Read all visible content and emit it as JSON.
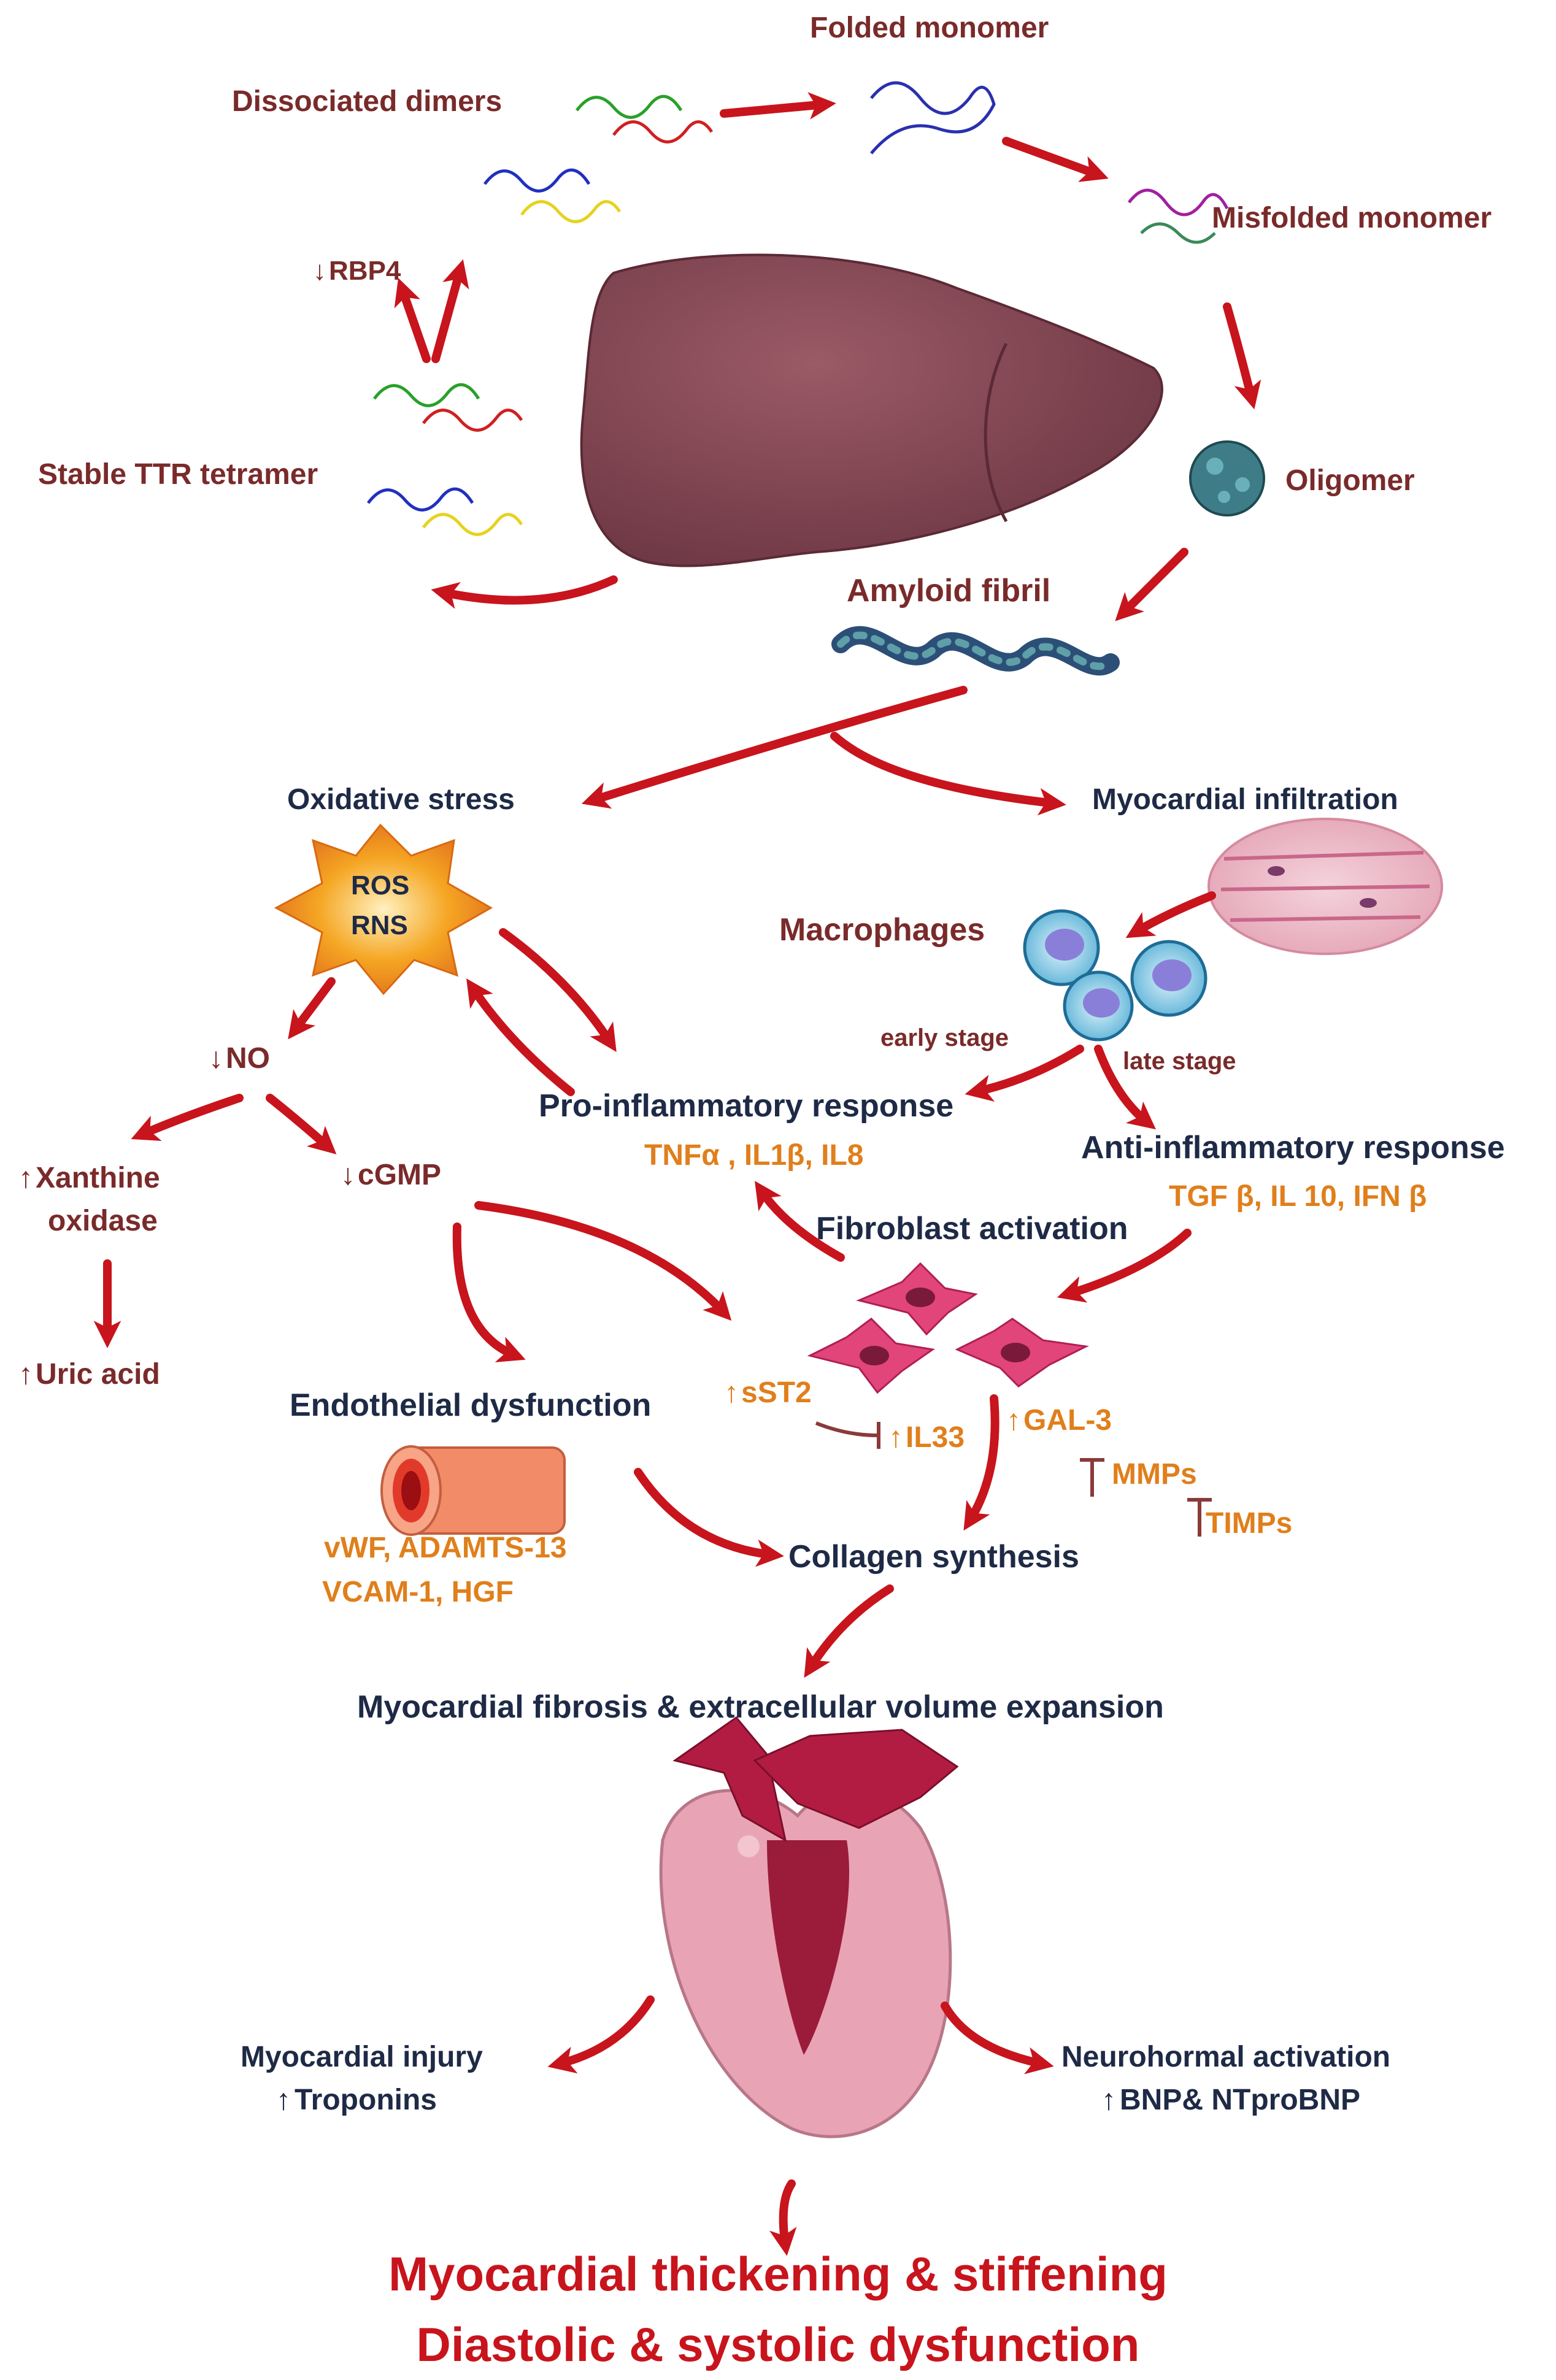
{
  "colors": {
    "arrow": "#c8141c",
    "maroon_text": "#7a2a2a",
    "navy_text": "#1e2a46",
    "orange_text": "#e07f1b",
    "liver": "#7d4450",
    "heart_outer": "#e8a4b4",
    "heart_inner": "#9b1b3a"
  },
  "icons": [
    "liver-icon",
    "ttr-protein-icon",
    "oligomer-icon",
    "fibril-icon",
    "star-icon",
    "tissue-icon",
    "macrophage-icon",
    "fibroblast-icon",
    "vessel-icon",
    "heart-icon"
  ],
  "cycle": {
    "folded_monomer": "Folded monomer",
    "dissociated_dimers": "Dissociated dimers",
    "misfolded_monomer": "Misfolded monomer",
    "rbp4": "RBP4",
    "stable_tetramer": "Stable TTR tetramer",
    "oligomer": "Oligomer",
    "amyloid_fibril": "Amyloid  fibril"
  },
  "oxidative": {
    "title": "Oxidative stress",
    "ros": "ROS",
    "rns": "RNS",
    "no": "NO",
    "xanthine_line1": "Xanthine",
    "xanthine_line2": "oxidase",
    "cgmp": "cGMP",
    "uric_acid": "Uric acid"
  },
  "infiltration": {
    "title": "Myocardial infiltration",
    "macrophages": "Macrophages",
    "early_stage": "early stage",
    "late_stage": "late stage"
  },
  "inflammation": {
    "pro_title": "Pro-inflammatory response",
    "pro_markers": "TNFα , IL1β, IL8",
    "anti_title": "Anti-inflammatory response",
    "anti_markers": "TGF β, IL 10, IFN β"
  },
  "fibroblast": {
    "title": "Fibroblast activation",
    "sst2": "sST2",
    "il33": "IL33",
    "gal3": "GAL-3",
    "mmps": "MMPs",
    "timps": "TIMPs"
  },
  "endothelial": {
    "title": "Endothelial dysfunction",
    "markers_line1": "vWF, ADAMTS-13",
    "markers_line2": "VCAM-1, HGF"
  },
  "collagen": "Collagen synthesis",
  "fibrosis": "Myocardial fibrosis & extracellular volume expansion",
  "heart": {
    "injury_title": "Myocardial injury",
    "injury_marker": "Troponins",
    "neuro_title": "Neurohormal activation",
    "neuro_marker": "BNP& NTproBNP"
  },
  "outcome": {
    "line1": "Myocardial thickening & stiffening",
    "line2": "Diastolic & systolic dysfunction"
  }
}
